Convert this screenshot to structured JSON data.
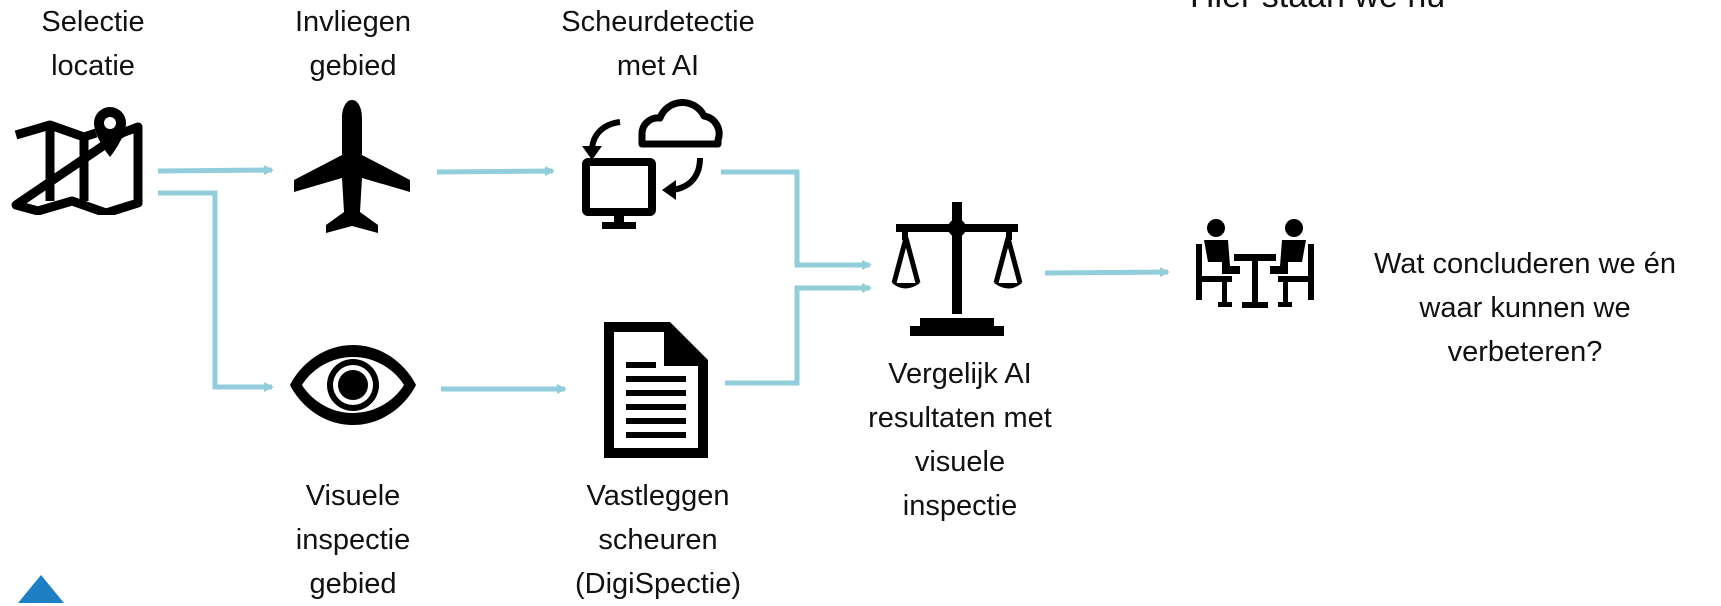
{
  "slide": {
    "corner_text": "Hier staan we nu",
    "colors": {
      "arrow": "#92cddc",
      "icon": "#000000",
      "text": "#111111",
      "logo": "#1f7fc4"
    }
  },
  "steps": {
    "selectie": {
      "icon": "map-location-icon",
      "label": [
        "Selectie",
        "locatie"
      ]
    },
    "invliegen": {
      "icon": "airplane-icon",
      "label": [
        "Invliegen",
        "gebied"
      ]
    },
    "scheurdetectie": {
      "icon": "computer-cloud-sync-icon",
      "label": [
        "Scheurdetectie",
        "met AI"
      ]
    },
    "visuele": {
      "icon": "eye-icon",
      "label": [
        "Visuele",
        "inspectie",
        "gebied"
      ]
    },
    "vastleggen": {
      "icon": "document-icon",
      "label": [
        "Vastleggen",
        "scheuren",
        "(DigiSpectie)"
      ]
    },
    "vergelijk": {
      "icon": "balance-scale-icon",
      "label": [
        "Vergelijk AI",
        "resultaten met",
        "visuele",
        "inspectie"
      ]
    },
    "conclusie": {
      "icon": "meeting-people-icon",
      "label": [
        "Wat concluderen we én",
        "waar kunnen we",
        "verbeteren?"
      ]
    }
  }
}
